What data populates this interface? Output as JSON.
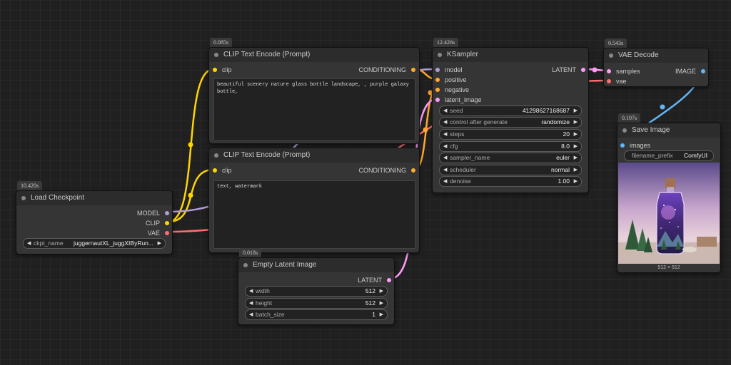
{
  "colors": {
    "model": "#b39ddb",
    "clip": "#ffd500",
    "vae": "#ff6e6e",
    "conditioning": "#ffa931",
    "latent": "#ff9cf9",
    "image": "#64b5f6",
    "canvas": "#202020",
    "node": "#353535"
  },
  "nodes": {
    "clip1": {
      "badge": "0.085s",
      "title": "CLIP Text Encode (Prompt)",
      "input": "clip",
      "output": "CONDITIONING",
      "text": "beautiful scenery nature glass bottle landscape, , purple galaxy bottle,"
    },
    "clip2": {
      "badge": "",
      "title": "CLIP Text Encode (Prompt)",
      "input": "clip",
      "output": "CONDITIONING",
      "text": "text, watermark"
    },
    "ksampler": {
      "badge": "12.426s",
      "title": "KSampler",
      "inputs": [
        "model",
        "positive",
        "negative",
        "latent_image"
      ],
      "output": "LATENT",
      "widgets": [
        {
          "label": "seed",
          "value": "41298627168687"
        },
        {
          "label": "control after generate",
          "value": "randomize"
        },
        {
          "label": "steps",
          "value": "20"
        },
        {
          "label": "cfg",
          "value": "8.0"
        },
        {
          "label": "sampler_name",
          "value": "euler"
        },
        {
          "label": "scheduler",
          "value": "normal"
        },
        {
          "label": "denoise",
          "value": "1.00"
        }
      ]
    },
    "vae": {
      "badge": "0.543s",
      "title": "VAE Decode",
      "inputs": [
        "samples",
        "vae"
      ],
      "output": "IMAGE"
    },
    "save": {
      "badge": "0.107s",
      "title": "Save Image",
      "input": "images",
      "widget": {
        "label": "filename_prefix",
        "value": "ComfyUI"
      },
      "size_label": "512 × 512"
    },
    "checkpoint": {
      "badge": "10.420s",
      "title": "Load Checkpoint",
      "outputs": [
        "MODEL",
        "CLIP",
        "VAE"
      ],
      "widget": {
        "label": "ckpt_name",
        "value": "juggernautXL_juggXIByRun..."
      }
    },
    "latent": {
      "badge": "0.018s",
      "title": "Empty Latent Image",
      "output": "LATENT",
      "widgets": [
        {
          "label": "width",
          "value": "512"
        },
        {
          "label": "height",
          "value": "512"
        },
        {
          "label": "batch_size",
          "value": "1"
        }
      ]
    }
  },
  "icons": {
    "left": "◀",
    "right": "▶"
  }
}
